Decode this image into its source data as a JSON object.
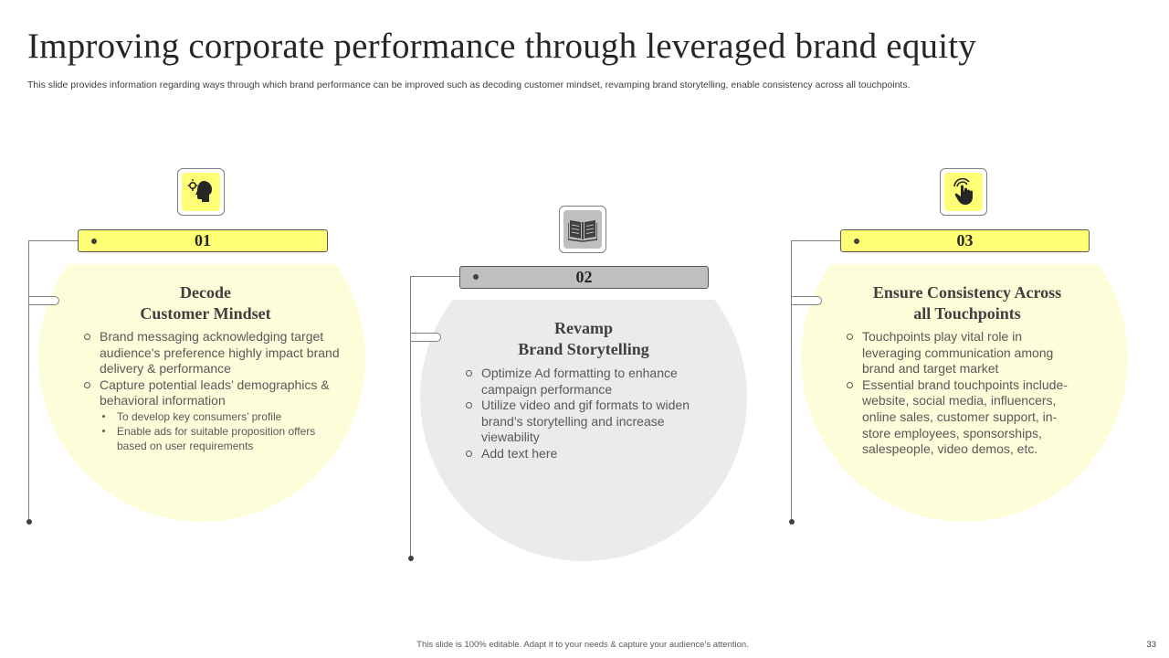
{
  "title": "Improving corporate performance through leveraged brand equity",
  "subtitle": "This slide provides information regarding ways through which brand performance can be improved such as decoding customer mindset, revamping brand storytelling, enable consistency across all touchpoints.",
  "colors": {
    "yellow_accent": "#ffff75",
    "yellow_fill": "#fdfdd9",
    "gray_accent": "#bfbfbf",
    "gray_fill": "#ebebeb",
    "line": "#7f7f7f"
  },
  "cards": [
    {
      "number": "01",
      "icon": "head-idea-icon",
      "heading_line1": "Decode",
      "heading_line2": "Customer Mindset",
      "bullets": [
        {
          "text": "Brand messaging acknowledging target audience's preference highly impact brand delivery & performance"
        },
        {
          "text": "Capture potential leads’ demographics & behavioral information",
          "sub": [
            "To develop  key consumers’ profile",
            "Enable ads for suitable proposition offers  based on user requirements"
          ]
        }
      ]
    },
    {
      "number": "02",
      "icon": "open-book-icon",
      "heading_line1": "Revamp",
      "heading_line2": "Brand Storytelling",
      "bullets": [
        {
          "text": "Optimize Ad formatting to enhance campaign performance"
        },
        {
          "text": "Utilize video and gif formats to widen brand’s storytelling and increase viewability"
        },
        {
          "text": "Add text here"
        }
      ]
    },
    {
      "number": "03",
      "icon": "touch-hand-icon",
      "heading_line1": "Ensure Consistency Across",
      "heading_line2": "all Touchpoints",
      "bullets": [
        {
          "text": "Touchpoints play vital role in leveraging communication among brand and target market"
        },
        {
          "text": "Essential brand touchpoints include- website, social media, influencers, online sales, customer support, in-store employees, sponsorships, salespeople, video demos, etc."
        }
      ]
    }
  ],
  "footer": "This slide is 100% editable.  Adapt it to your needs & capture your audience’s attention.",
  "page_number": "33"
}
